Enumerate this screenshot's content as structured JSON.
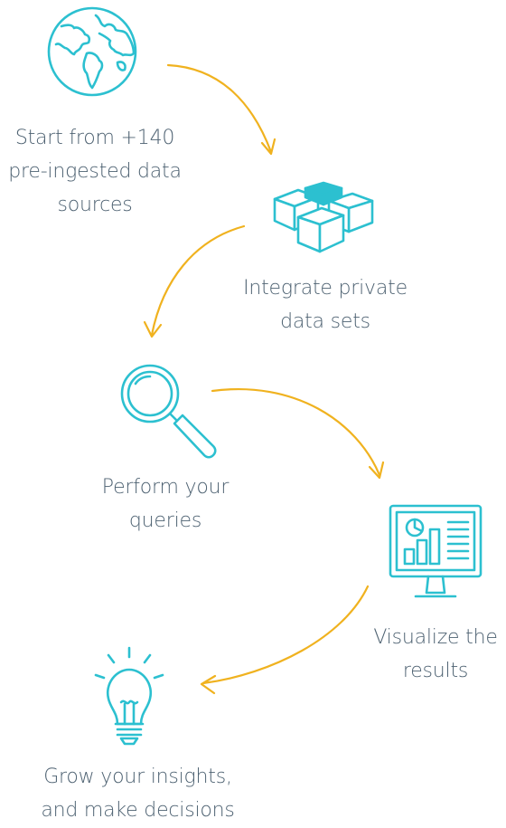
{
  "colors": {
    "icon": "#2cc0d0",
    "arrow": "#f0b21f",
    "text": "#4e6272"
  },
  "steps": [
    {
      "icon": "globe-icon",
      "lines": [
        "Start from +140",
        "pre-ingested data",
        "sources"
      ]
    },
    {
      "icon": "cubes-icon",
      "lines": [
        "Integrate private",
        "data sets"
      ]
    },
    {
      "icon": "magnifier-icon",
      "lines": [
        "Perform your",
        "queries"
      ]
    },
    {
      "icon": "monitor-chart-icon",
      "lines": [
        "Visualize the",
        "results"
      ]
    },
    {
      "icon": "lightbulb-icon",
      "lines": [
        "Grow your insights,",
        "and make decisions"
      ]
    }
  ]
}
